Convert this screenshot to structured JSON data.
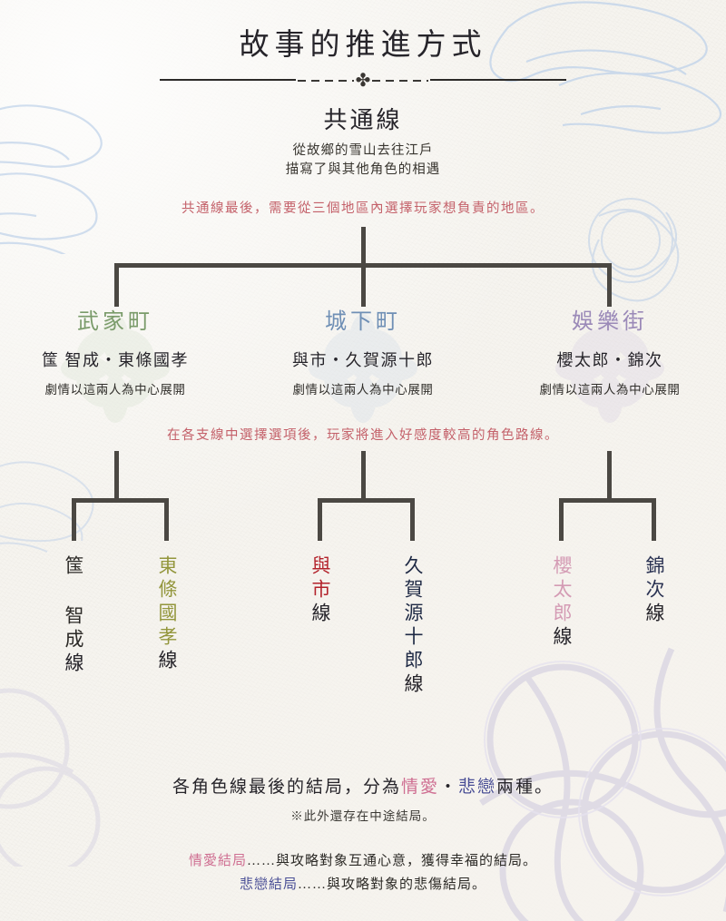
{
  "header": {
    "title": "故事的推進方式",
    "divider_icon": "flower-icon",
    "divider_glyph": "✤"
  },
  "common_route": {
    "title": "共通線",
    "desc_line1": "從故鄉的雪山去往江戶",
    "desc_line2": "描寫了與其他角色的相遇",
    "note": "共通線最後，需要從三個地區內選擇玩家想負責的地區。",
    "note_color": "#c4616a"
  },
  "branch_note": {
    "text": "在各支線中選擇選項後，玩家將進入好感度較高的角色路線。",
    "color": "#c4616a"
  },
  "regions": [
    {
      "name": "武家町",
      "color": "#7a9b6a",
      "characters": "筺 智成・東條國孝",
      "subtitle": "劇情以這兩人為中心展開"
    },
    {
      "name": "城下町",
      "color": "#6f8fb5",
      "characters": "與市・久賀源十郎",
      "subtitle": "劇情以這兩人為中心展開"
    },
    {
      "name": "娛樂街",
      "color": "#9b8ab8",
      "characters": "櫻太郎・錦次",
      "subtitle": "劇情以這兩人為中心展開"
    }
  ],
  "routes": [
    {
      "name": "筺 智成",
      "suffix": "線",
      "color": "#2b2926"
    },
    {
      "name": "東條國孝",
      "suffix": "線",
      "color": "#93963c"
    },
    {
      "name": "與市",
      "suffix": "線",
      "color": "#b3222b"
    },
    {
      "name": "久賀源十郎",
      "suffix": "線",
      "color": "#1f2a45"
    },
    {
      "name": "櫻太郎",
      "suffix": "線",
      "color": "#d49bb4"
    },
    {
      "name": "錦次",
      "suffix": "線",
      "color": "#2b3353"
    }
  ],
  "endings": {
    "summary_before": "各角色線最後的結局，分為",
    "summary_love": "情愛",
    "summary_middle": "・",
    "summary_sad": "悲戀",
    "summary_after": "兩種。",
    "note": "※此外還存在中途結局。",
    "legend": [
      {
        "key": "情愛結局",
        "key_color": "#cf6f92",
        "text": "……與攻略對象互通心意，獲得幸福的結局。"
      },
      {
        "key": "悲戀結局",
        "key_color": "#4a4f96",
        "text": "……與攻略對象的悲傷結局。"
      }
    ]
  }
}
